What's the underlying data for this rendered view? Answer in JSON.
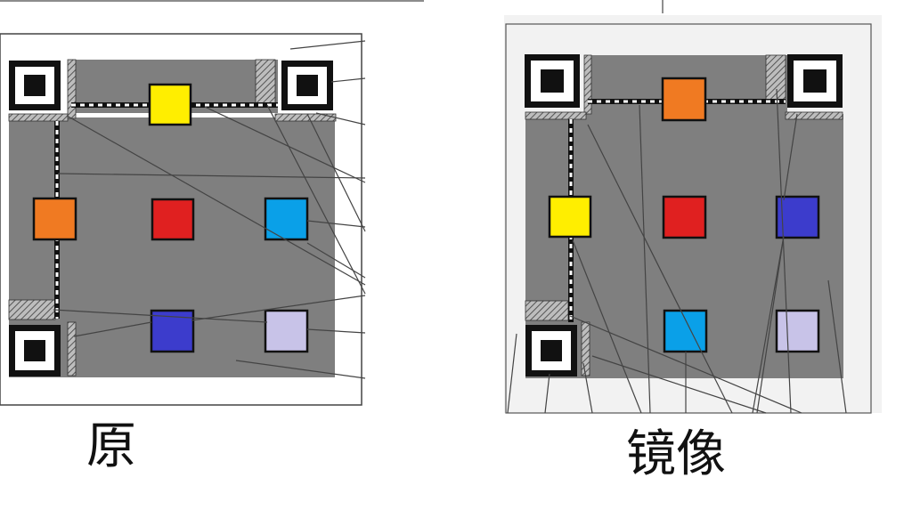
{
  "captions": {
    "original": "原",
    "mirror": "镜像"
  },
  "colors": {
    "panel": "#7f7f7f",
    "frame": "#555555",
    "finder_dark": "#111111",
    "timing_dark": "#1a1a1a",
    "timing_light": "#ffffff",
    "hatch": "#9a9a9a",
    "leader": "#444444",
    "yellow": "#ffee00",
    "orange": "#f07a22",
    "red": "#e02020",
    "cyan": "#0aa0e8",
    "blue": "#3c3ccc",
    "lavender": "#c8c3e8",
    "mirror_bg": "#f2f2f2"
  },
  "diagrams": [
    {
      "id": "original",
      "finder_corners": [
        "top-left",
        "top-right",
        "bottom-left"
      ],
      "modules": [
        {
          "name": "yellow-module",
          "color": "yellow"
        },
        {
          "name": "orange-module",
          "color": "orange"
        },
        {
          "name": "red-module",
          "color": "red"
        },
        {
          "name": "cyan-module",
          "color": "cyan"
        },
        {
          "name": "blue-module",
          "color": "blue"
        },
        {
          "name": "lavender-module",
          "color": "lavender"
        }
      ]
    },
    {
      "id": "mirror",
      "finder_corners": [
        "top-left",
        "top-right",
        "bottom-left"
      ],
      "modules": [
        {
          "name": "orange-module",
          "color": "orange"
        },
        {
          "name": "yellow-module",
          "color": "yellow"
        },
        {
          "name": "red-module",
          "color": "red"
        },
        {
          "name": "blue-module",
          "color": "blue"
        },
        {
          "name": "cyan-module",
          "color": "cyan"
        },
        {
          "name": "lavender-module",
          "color": "lavender"
        }
      ]
    }
  ]
}
